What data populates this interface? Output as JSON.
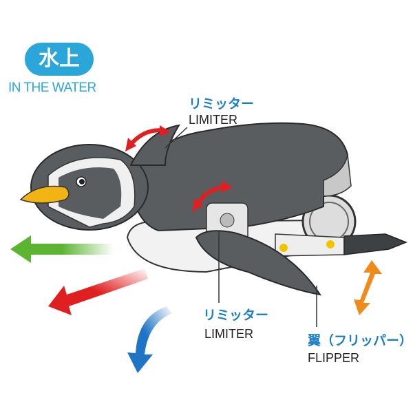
{
  "mode": {
    "badge": "水上",
    "subtitle": "IN THE WATER"
  },
  "labels": [
    {
      "jp": "リミッター",
      "en": "LIMITER"
    },
    {
      "jp": "リミッター",
      "en": "LIMITER"
    },
    {
      "jp": "翼（フリッパー）",
      "en": "FLIPPER"
    }
  ],
  "colors": {
    "accent": "#2aa6d8",
    "label_blue": "#1a7fc4",
    "body": "#5a5d60",
    "beak": "#f2b413",
    "arrow_green": "#5cb531",
    "arrow_red": "#e02020",
    "arrow_blue": "#1f74c6",
    "arrow_orange": "#f08a1a"
  }
}
